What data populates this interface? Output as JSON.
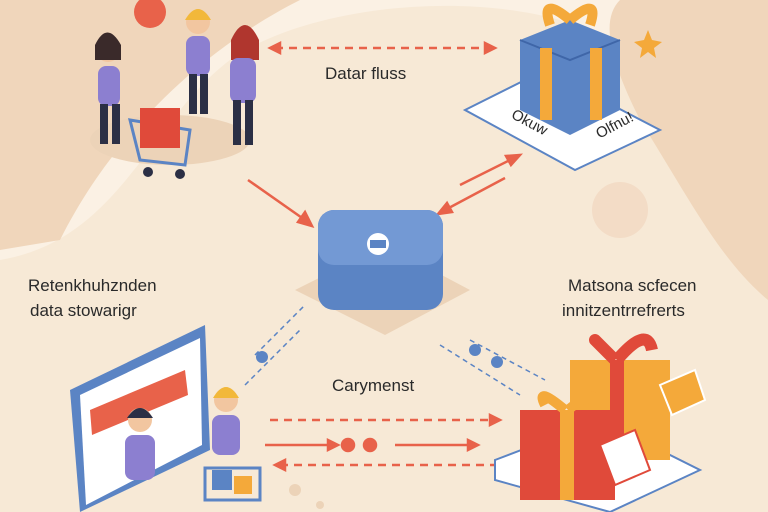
{
  "labels": {
    "data_flow": "Datar fluss",
    "left_title_line1": "Retenkhuhznden",
    "left_title_line2": "data stowarigr",
    "right_title_line1": "Matsona scfecen",
    "right_title_line2": "innitzentrrefrerts",
    "payment": "Carymenst",
    "card_left": "Okuw",
    "card_right": "Olfnu!"
  },
  "colors": {
    "background": "#f7e9d6",
    "blob": "#f0d6bb",
    "hub_blue": "#5b84c4",
    "arrow_red": "#e8624a",
    "gift_orange": "#f4a93a",
    "gift_red": "#e04a3a",
    "person_purple": "#8c7fd0"
  }
}
